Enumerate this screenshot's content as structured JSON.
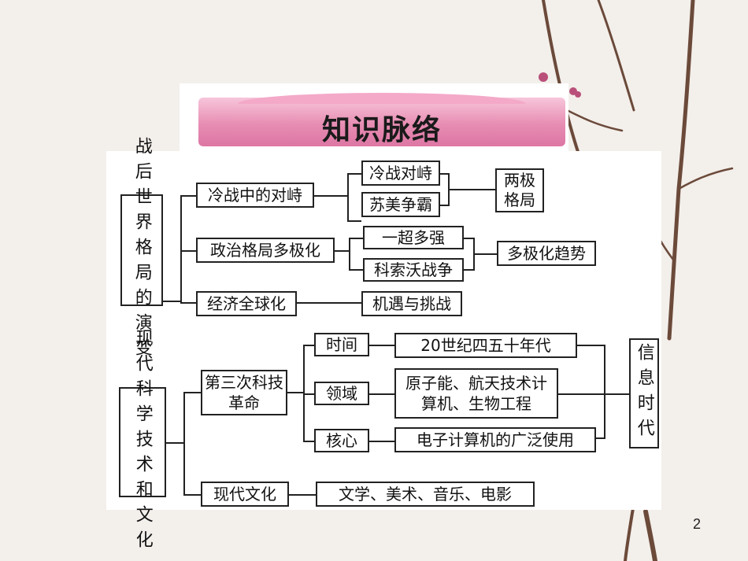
{
  "title": "知识脉络",
  "page_number": "2",
  "sections": {
    "postwar": {
      "root": "战后世界格局的演变",
      "cold_war": "冷战中的对峙",
      "cold_confront": "冷战对峙",
      "us_soviet": "苏美争霸",
      "bipolar": "两极格局",
      "multipolar_trend": "政治格局多极化",
      "one_super": "一超多强",
      "kosovo": "科索沃战争",
      "multipolar_result": "多极化趋势",
      "globalization": "经济全球化",
      "opportunity": "机遇与挑战"
    },
    "modern": {
      "root": "现代科学技术和文化",
      "revolution": "第三次科技革命",
      "time_label": "时间",
      "time_value": "20世纪四五十年代",
      "field_label": "领域",
      "field_value": "原子能、航天技术计算机、生物工程",
      "core_label": "核心",
      "core_value": "电子计算机的广泛使用",
      "info_age": "信息时代",
      "culture": "现代文化",
      "culture_value": "文学、美术、音乐、电影"
    }
  }
}
